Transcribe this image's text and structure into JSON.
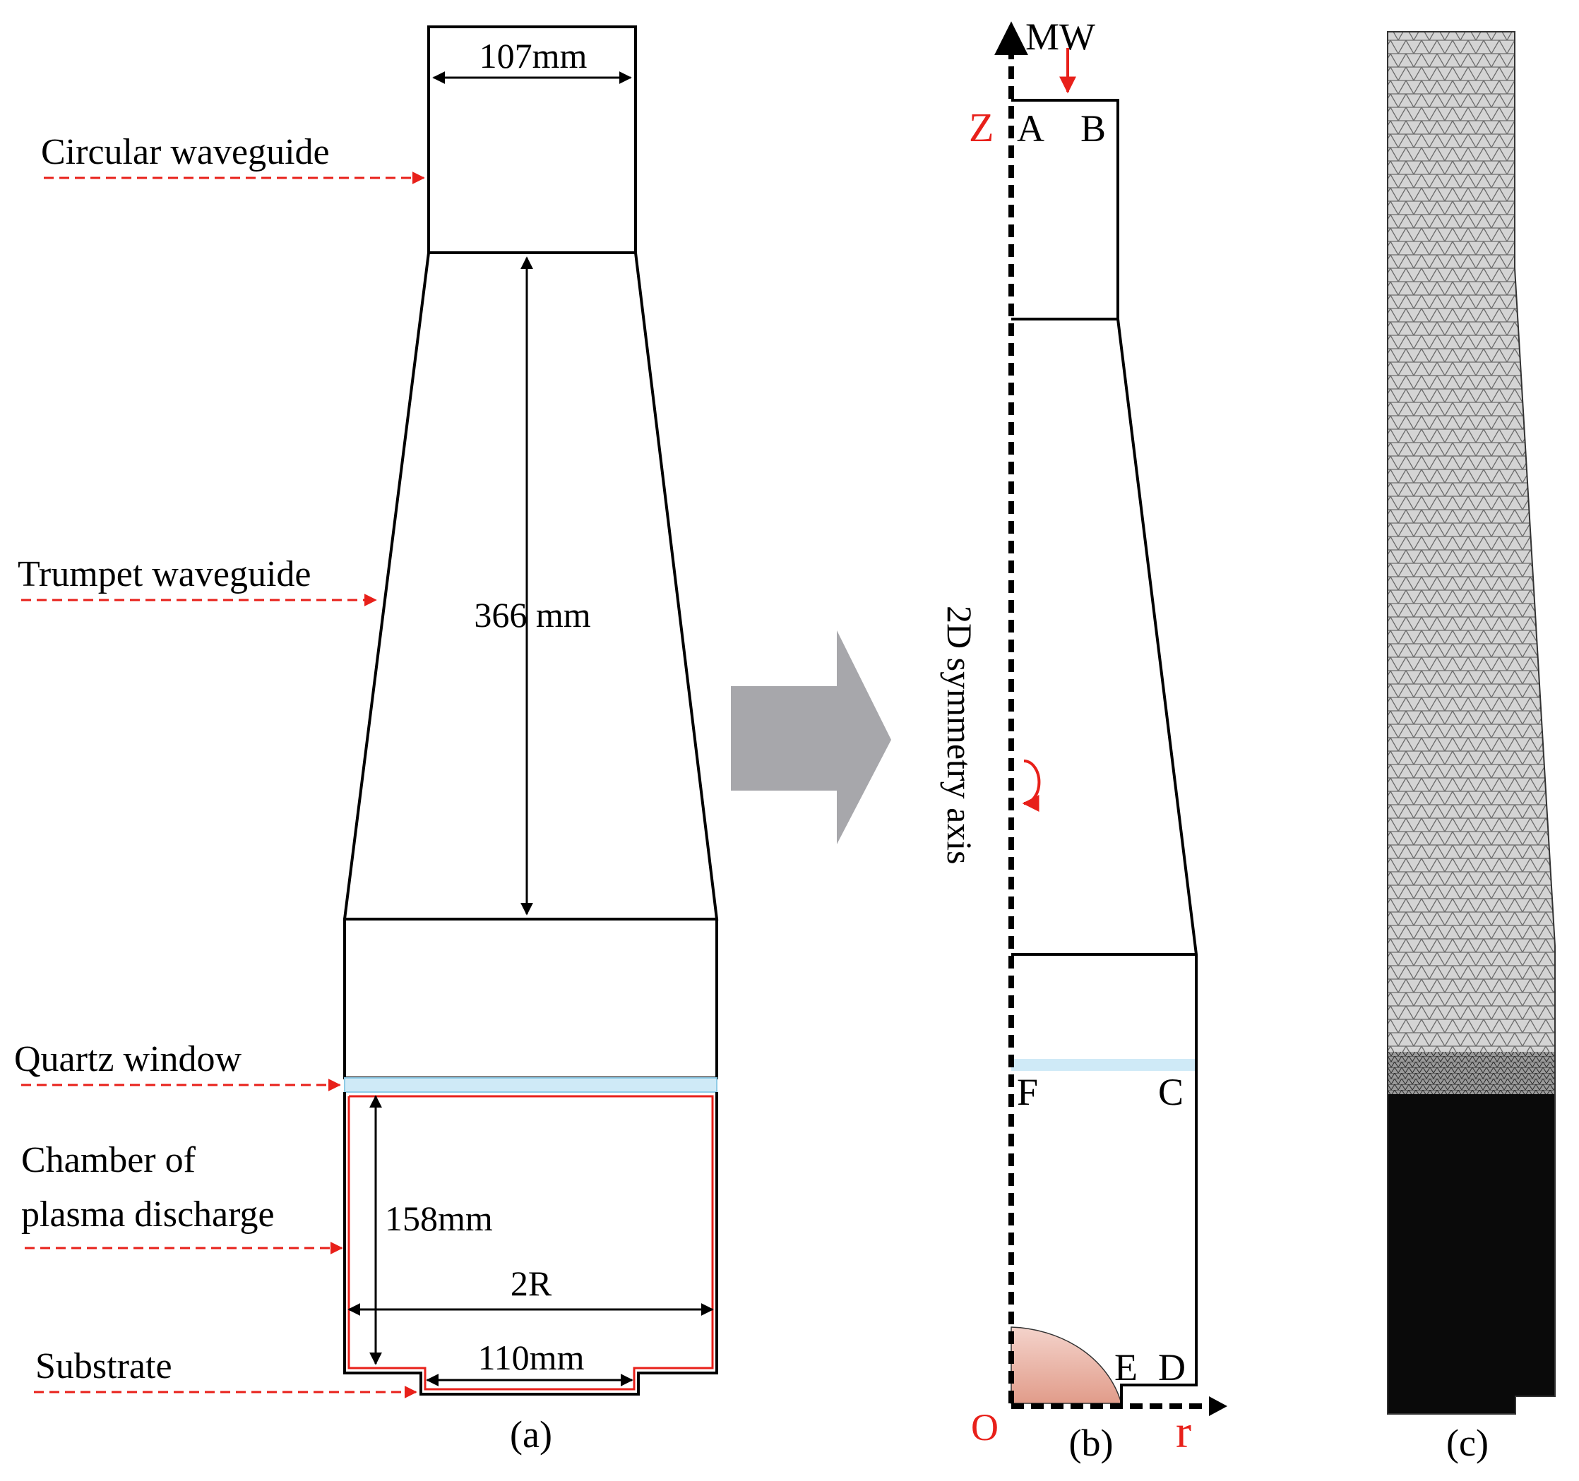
{
  "panel_a": {
    "caption": "(a)",
    "dims": {
      "top_width": "107mm",
      "trumpet_height": "366 mm",
      "chamber_height": "158mm",
      "chamber_width": "2R",
      "substrate_width": "110mm"
    },
    "labels": {
      "circular": "Circular waveguide",
      "trumpet": "Trumpet waveguide",
      "quartz": "Quartz window",
      "chamber_1": "Chamber of",
      "chamber_2": "plasma discharge",
      "substrate": "Substrate"
    }
  },
  "panel_b": {
    "caption": "(b)",
    "mw": "MW",
    "axis_z": "Z",
    "axis_r": "r",
    "origin": "O",
    "symmetry_axis": "2D symmetry axis",
    "points": {
      "A": "A",
      "B": "B",
      "C": "C",
      "D": "D",
      "E": "E",
      "F": "F"
    }
  },
  "panel_c": {
    "caption": "(c)"
  },
  "colors": {
    "line": "#000000",
    "red": "#e8201a",
    "quartz": "#cfeaf7",
    "arrow_gray": "#a7a7ab",
    "plasma": "#e8a898",
    "mesh_dark": "#0a0a0a"
  }
}
